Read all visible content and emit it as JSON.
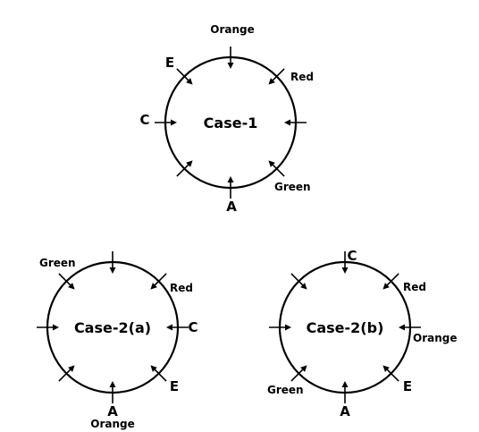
{
  "diagrams": [
    {
      "id": "case-1",
      "title": "Case-1",
      "positions": [
        {
          "angle": 90,
          "label": "Orange"
        },
        {
          "angle": 45,
          "label": "Red"
        },
        {
          "angle": 0,
          "label": ""
        },
        {
          "angle": -45,
          "label": "Green"
        },
        {
          "angle": -90,
          "label": "A"
        },
        {
          "angle": -135,
          "label": ""
        },
        {
          "angle": 180,
          "label": "C"
        },
        {
          "angle": 135,
          "label": "E"
        }
      ]
    },
    {
      "id": "case-2a",
      "title": "Case-2(a)",
      "positions": [
        {
          "angle": 90,
          "label": ""
        },
        {
          "angle": 45,
          "label": "Red"
        },
        {
          "angle": 0,
          "label": "C"
        },
        {
          "angle": -45,
          "label": "E"
        },
        {
          "angle": -90,
          "label": "A Orange"
        },
        {
          "angle": -135,
          "label": ""
        },
        {
          "angle": 180,
          "label": ""
        },
        {
          "angle": 135,
          "label": "Green"
        }
      ]
    },
    {
      "id": "case-2b",
      "title": "Case-2(b)",
      "positions": [
        {
          "angle": 90,
          "label": "C"
        },
        {
          "angle": 45,
          "label": "Red"
        },
        {
          "angle": 0,
          "label": "Orange"
        },
        {
          "angle": -45,
          "label": "E"
        },
        {
          "angle": -90,
          "label": "A"
        },
        {
          "angle": -135,
          "label": "Green"
        },
        {
          "angle": 180,
          "label": ""
        },
        {
          "angle": 135,
          "label": ""
        }
      ]
    }
  ]
}
